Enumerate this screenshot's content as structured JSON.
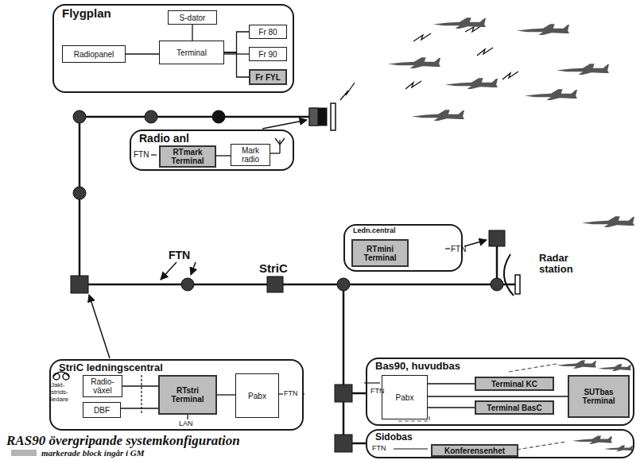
{
  "diagram": {
    "caption": "RAS90 övergripande systemkonfiguration",
    "nodes": [
      {
        "text": [
          "Flygplan"
        ]
      },
      {
        "text": [
          "S-dator"
        ],
        "in": 0
      },
      {
        "text": [
          "Radiopanel"
        ],
        "in": 0
      },
      {
        "text": [
          "Terminal"
        ],
        "in": 0
      },
      {
        "text": [
          "Fr 80"
        ],
        "in": 0
      },
      {
        "text": [
          "Fr 90"
        ],
        "in": 0
      },
      {
        "text": [
          "Fr FYL"
        ],
        "in": 0
      },
      {
        "text": [
          "Radio anl"
        ]
      },
      {
        "text": [
          "RTmark Terminal"
        ],
        "in": 7
      },
      {
        "text": [
          "Mark radio"
        ],
        "in": 7
      },
      {
        "text": [
          "Ledn.central"
        ]
      },
      {
        "text": [
          "RTmini Terminal"
        ],
        "in": 10
      },
      {
        "text": [
          "StriC ledningscentral"
        ]
      },
      {
        "text": [
          "Radio-växel"
        ],
        "in": 12
      },
      {
        "text": [
          "DBF"
        ],
        "in": 12
      },
      {
        "text": [
          "RTstri Terminal"
        ],
        "in": 12
      },
      {
        "text": [
          "Pabx"
        ],
        "in": 12
      },
      {
        "text": [
          "Bas90, huvudbas"
        ]
      },
      {
        "text": [
          "Pabx"
        ],
        "in": 17
      },
      {
        "text": [
          "Terminal KC"
        ],
        "in": 17
      },
      {
        "text": [
          "Terminal BasC"
        ],
        "in": 17
      },
      {
        "text": [
          "SUTbas Terminal"
        ],
        "in": 17
      },
      {
        "text": [
          "Sidobas"
        ]
      },
      {
        "text": [
          "Konferensenhet"
        ],
        "in": 22
      }
    ],
    "edges": [
      {
        "from": 3,
        "to": 1,
        "arrow": "none"
      },
      {
        "from": 2,
        "to": 3,
        "arrow": "none"
      },
      {
        "from": 3,
        "to": 4,
        "arrow": "none"
      },
      {
        "from": 3,
        "to": 5,
        "arrow": "none"
      },
      {
        "from": 3,
        "to": 6,
        "arrow": "none"
      },
      {
        "from": 8,
        "to": 9,
        "arrow": "none"
      },
      {
        "from": 13,
        "to": 15,
        "arrow": "none"
      },
      {
        "from": 14,
        "to": 15,
        "arrow": "none"
      },
      {
        "from": 15,
        "to": 16,
        "arrow": "none"
      },
      {
        "from": 18,
        "to": 19,
        "arrow": "none"
      },
      {
        "from": 18,
        "to": 20,
        "arrow": "none"
      },
      {
        "from": 18,
        "to": 21,
        "arrow": "none"
      }
    ],
    "labels": [
      "FTN",
      "FTN",
      "StriC",
      "FTN",
      "Radar station",
      "Jakt- strids- ledare",
      "FTN",
      "LAN",
      "FTN",
      "FTN"
    ],
    "legend": [
      {
        "text": "markerade block ingår i GM",
        "color": "#b4b4b4"
      }
    ]
  }
}
